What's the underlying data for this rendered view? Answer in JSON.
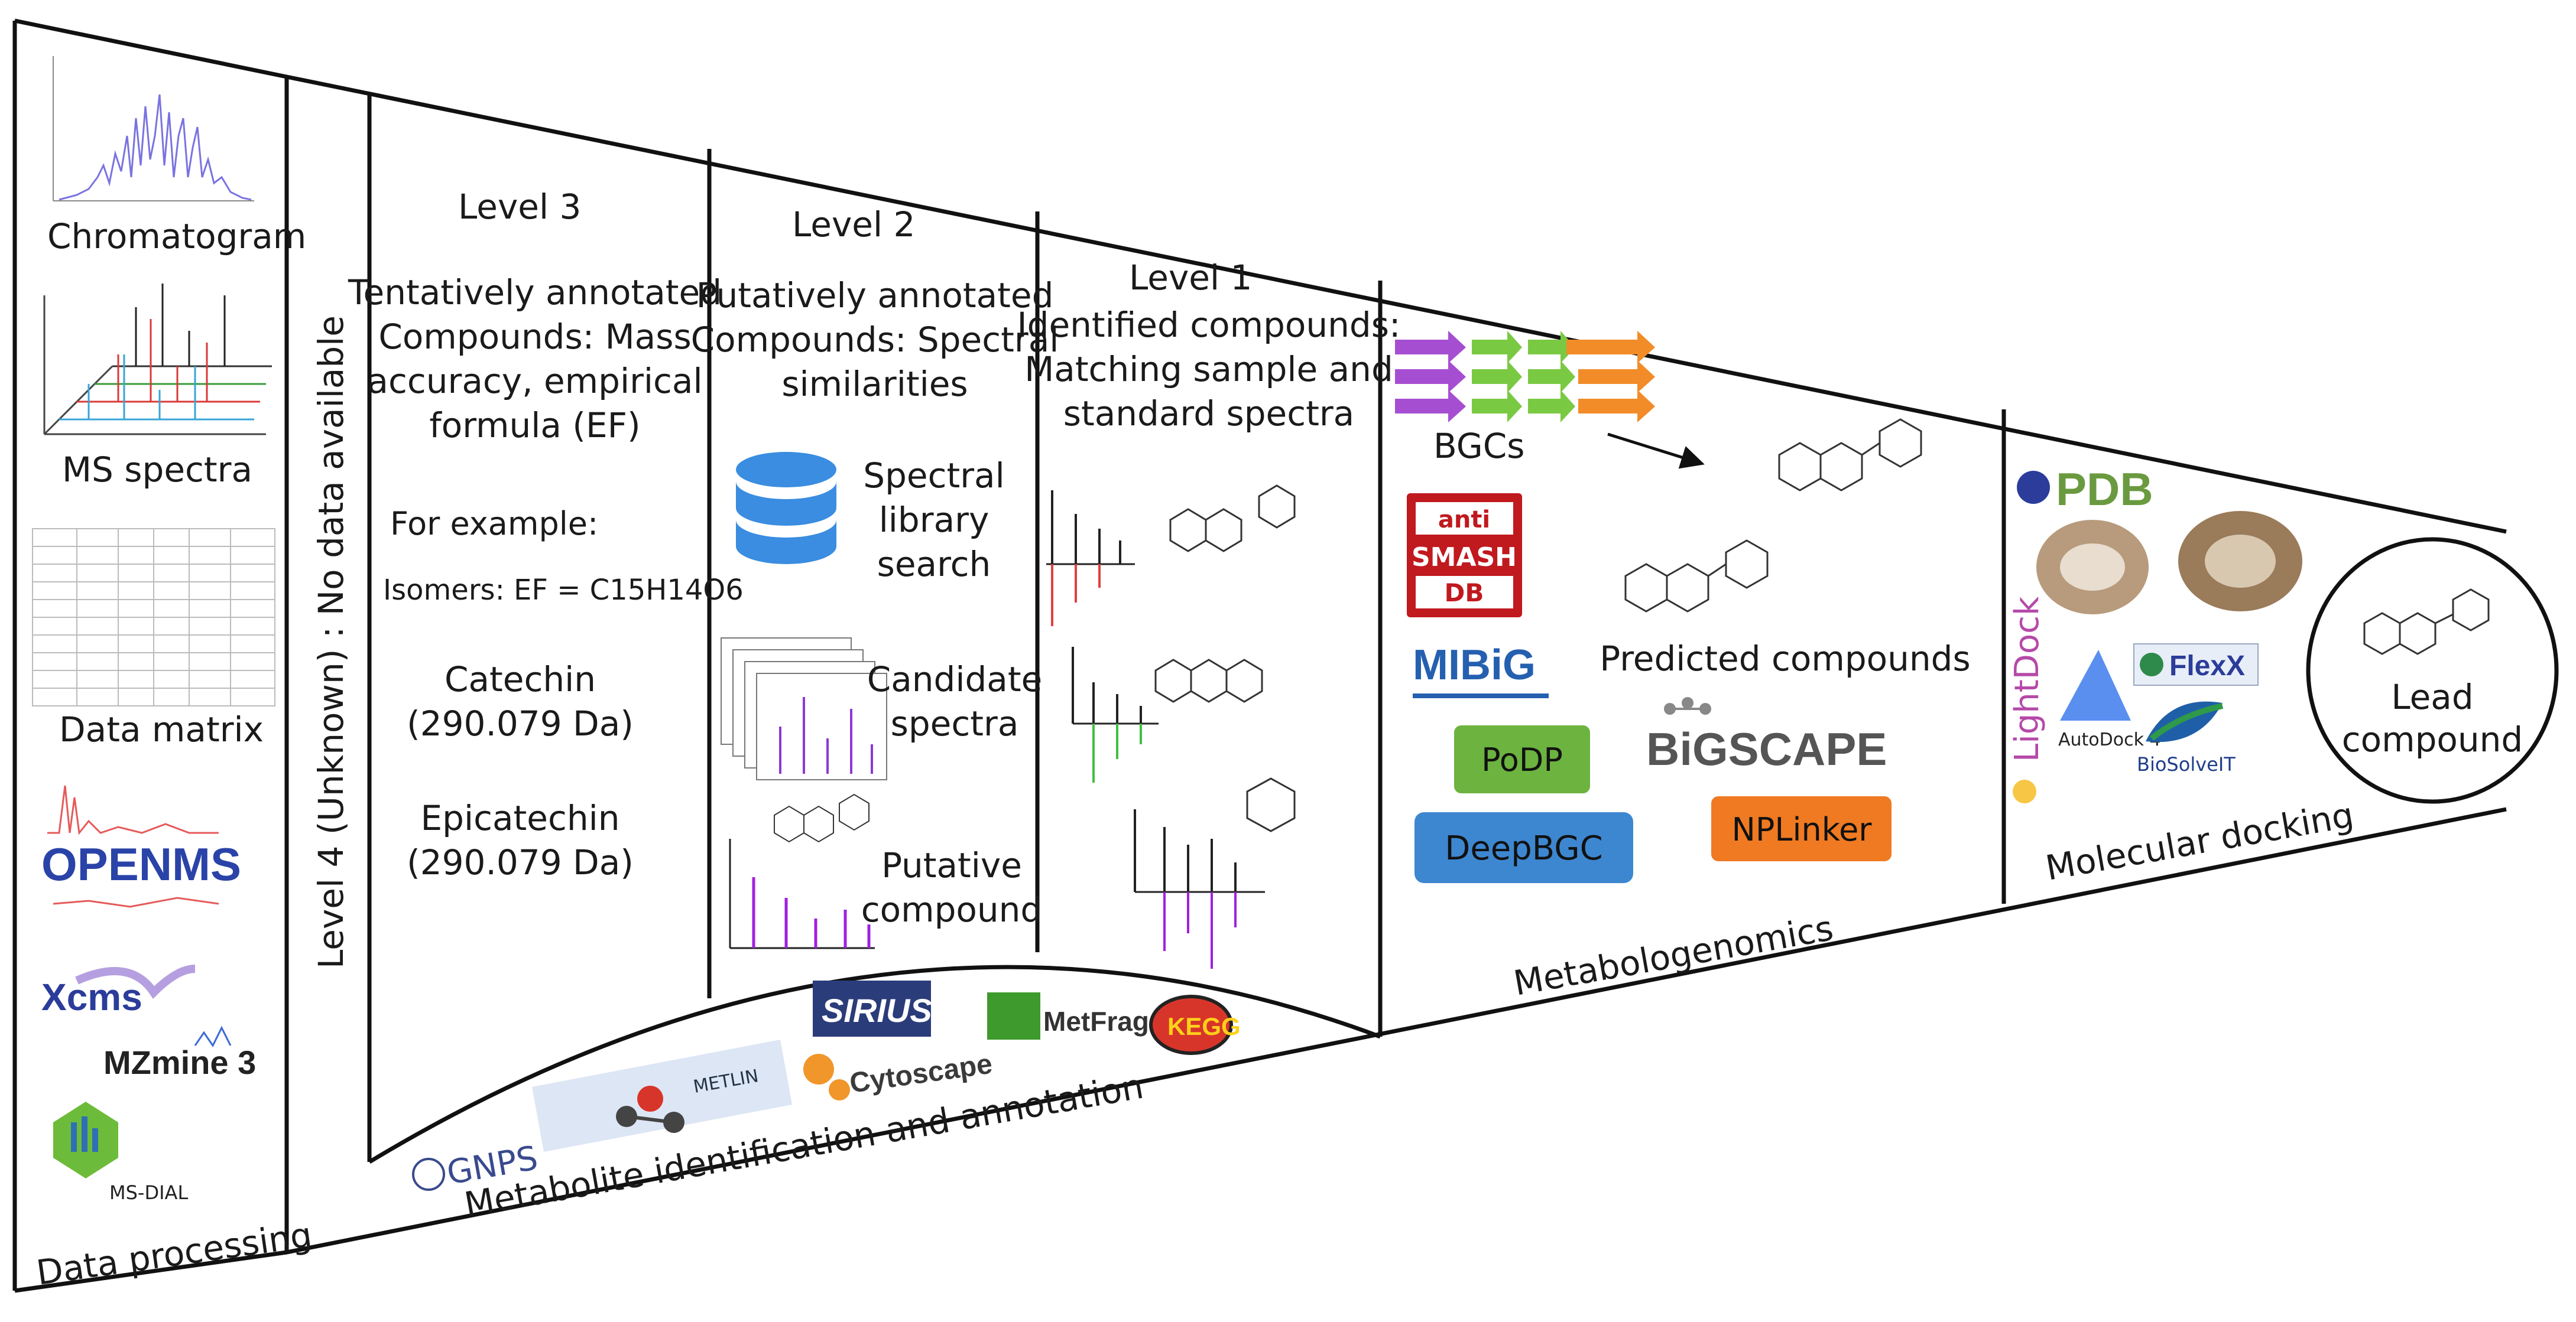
{
  "data_processing": {
    "chromatogram": "Chromatogram",
    "ms_spectra": "MS spectra",
    "data_matrix": "Data matrix",
    "footer": "Data processing",
    "tools": [
      "OPENMS",
      "Xcms",
      "MZmine 3",
      "MS-DIAL"
    ]
  },
  "level4": {
    "label": "Level 4 (Unknown) : No data available"
  },
  "level3": {
    "title": "Level 3",
    "description": [
      "Tentatively annotated",
      "Compounds: Mass",
      "accuracy, empirical",
      "formula (EF)"
    ],
    "example_label": "For example:",
    "isomers": "Isomers: EF = C15H14O6",
    "compound1": [
      "Catechin",
      "(290.079 Da)"
    ],
    "compound2": [
      "Epicatechin",
      "(290.079 Da)"
    ]
  },
  "level2": {
    "title": "Level 2",
    "description": [
      "Putatively annotated",
      "Compounds: Spectral",
      "similarities"
    ],
    "step1": [
      "Spectral",
      "library",
      "search"
    ],
    "step2": [
      "Candidate",
      "spectra"
    ],
    "step3": [
      "Putative",
      "compound"
    ]
  },
  "level1": {
    "title": "Level 1",
    "description": [
      "Identified compounds:",
      "Matching sample and",
      "standard spectra"
    ]
  },
  "annotation": {
    "arc_label": "Metabolite identification and annotation",
    "tools": [
      "GNPS",
      "METLIN",
      "SIRIUS",
      "Cytoscape",
      "MetFrag",
      "KEGG"
    ]
  },
  "metabologenomics": {
    "bgcs": "BGCs",
    "predicted": "Predicted compounds",
    "footer": "Metabologenomics",
    "tools": [
      "anti",
      "SMASH",
      "DB",
      "MIBiG",
      "PoDP",
      "DeepBGC",
      "BiGSCAPE",
      "NPLinker"
    ]
  },
  "docking": {
    "footer": "Molecular docking",
    "tools": [
      "PDB",
      "LightDock",
      "AutoDock 4",
      "FlexX",
      "BioSolveIT"
    ],
    "lead": [
      "Lead",
      "compound"
    ]
  },
  "colors": {
    "podp": "#6cb33f",
    "deepbgc": "#3d87d0",
    "nplinker": "#f07a22",
    "db_cylinder": "#3a8de0",
    "smash_red": "#c0191e",
    "spectrum_red": "#e04040",
    "spectrum_green": "#40c040",
    "spectrum_purple": "#a020e0"
  }
}
